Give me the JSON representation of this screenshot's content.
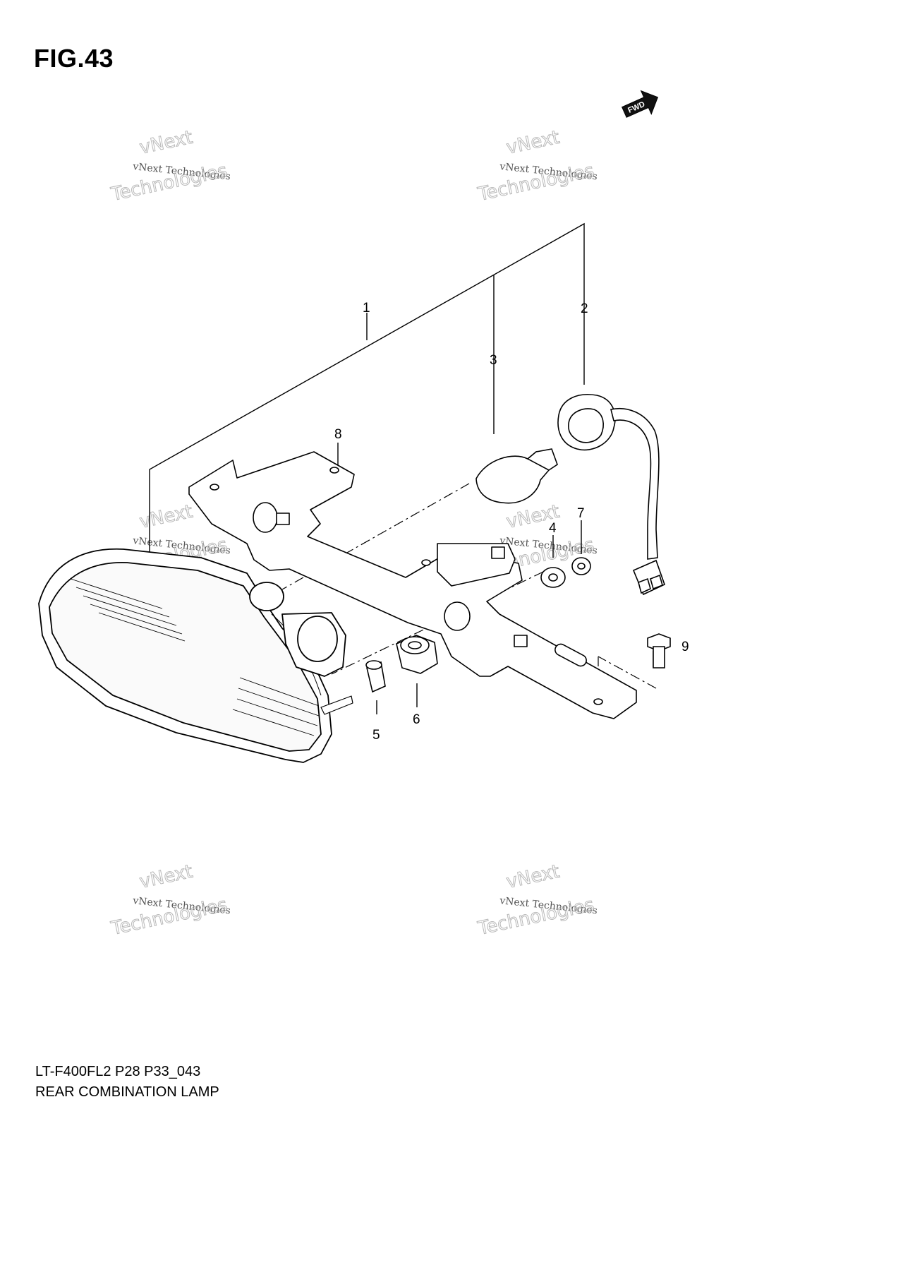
{
  "figure": {
    "title": "FIG.43",
    "model_code": "LT-F400FL2 P28 P33_043",
    "assembly_name": "REAR COMBINATION LAMP",
    "direction_badge": "FWD"
  },
  "watermark": {
    "line_small": "vNext Technologies",
    "line_large_top": "vNext",
    "line_large_bottom": "Technologies"
  },
  "callouts": [
    "1",
    "2",
    "3",
    "4",
    "5",
    "6",
    "7",
    "8",
    "9"
  ]
}
